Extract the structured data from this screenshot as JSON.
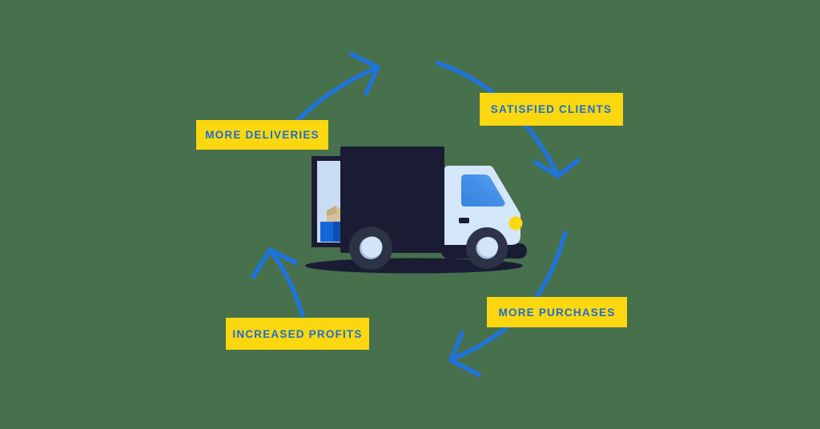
{
  "diagram": {
    "title_hint": "delivery-cycle-diagram",
    "labels": [
      {
        "id": "more-deliveries",
        "text": "MORE DELIVERIES"
      },
      {
        "id": "satisfied-clients",
        "text": "SATISFIED CLIENTS"
      },
      {
        "id": "more-purchases",
        "text": "MORE PURCHASES"
      },
      {
        "id": "increased-profits",
        "text": "INCREASED PROFITS"
      }
    ],
    "cycle_order_clockwise": [
      "MORE DELIVERIES",
      "SATISFIED CLIENTS",
      "MORE PURCHASES",
      "INCREASED PROFITS"
    ],
    "icons": [
      "delivery-truck-icon",
      "cycle-arrow-icon"
    ],
    "colors": {
      "background": "#47704D",
      "label_background": "#FBD70F",
      "label_text": "#1C6DD0",
      "arrow": "#1F74DB",
      "truck_body_navy": "#1A1C34",
      "truck_cab_light_blue": "#D4E6F9",
      "truck_window_blue": "#3F8CE6",
      "truck_interior_light_blue": "#C8DCF2",
      "cargo_box_tan": "#D6C098",
      "cargo_panel_blue": "#1467D8",
      "tire_gray_navy": "#2C3345",
      "hubcap_light_blue": "#D2E4F8",
      "headlight_yellow": "#FBD70F"
    }
  }
}
